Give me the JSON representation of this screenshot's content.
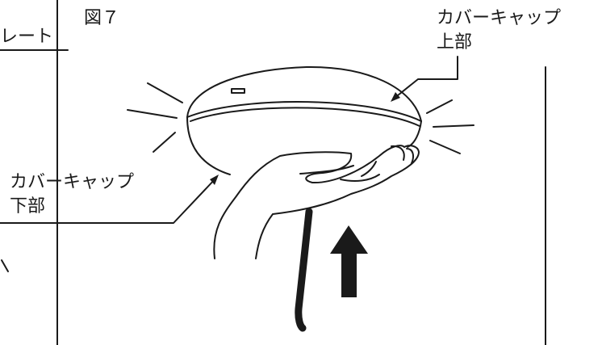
{
  "figure": {
    "number": "図７"
  },
  "labels": {
    "plate": "レート",
    "cap_upper_line1": "カバーキャップ",
    "cap_upper_line2": "上部",
    "cap_lower_line1": "カバーキャップ",
    "cap_lower_line2": "下部"
  },
  "colors": {
    "ink": "#1a1a1a",
    "background": "#ffffff"
  }
}
